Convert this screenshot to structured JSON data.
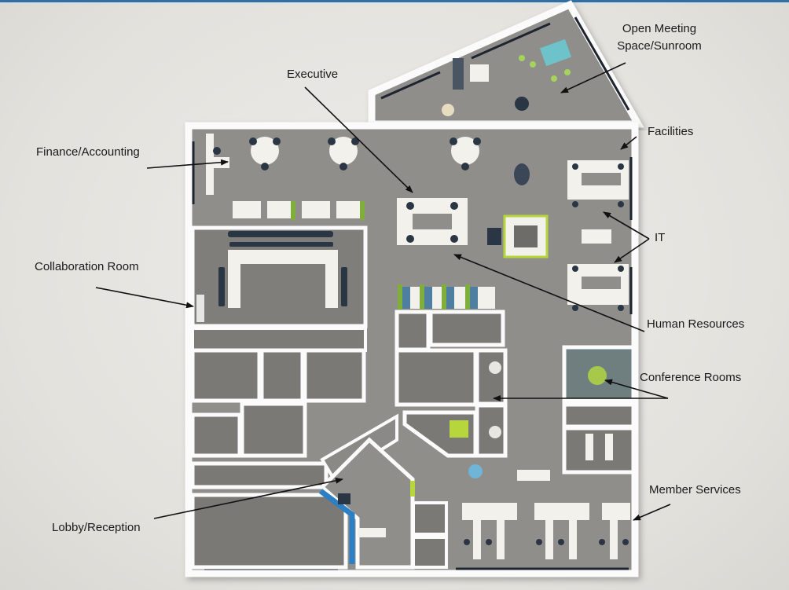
{
  "labels": {
    "open_meeting_line1": "Open Meeting",
    "open_meeting_line2": "Space/Sunroom",
    "executive": "Executive",
    "finance": "Finance/Accounting",
    "facilities": "Facilities",
    "it": "IT",
    "collaboration": "Collaboration Room",
    "human_resources": "Human Resources",
    "conference": "Conference Rooms",
    "member_services": "Member Services",
    "lobby": "Lobby/Reception"
  },
  "colors": {
    "wall": "#ffffff",
    "floor": "#8f8e8b",
    "room_floor": "#7d7c79",
    "desk": "#f3f1ec",
    "chair": "#2a3644",
    "accent_teal": "#5fc2c8",
    "accent_green": "#7fae3a",
    "lobby_blue": "#2d7fc4",
    "arrow": "#111111"
  }
}
